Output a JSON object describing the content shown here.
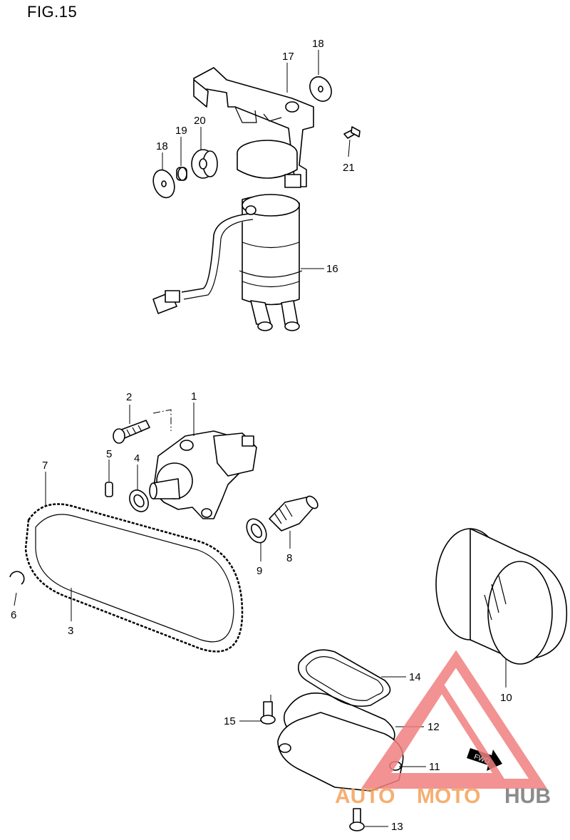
{
  "figure": {
    "title": "FIG.15"
  },
  "callouts": [
    {
      "id": "1",
      "label": "1"
    },
    {
      "id": "2",
      "label": "2"
    },
    {
      "id": "3",
      "label": "3"
    },
    {
      "id": "4",
      "label": "4"
    },
    {
      "id": "5",
      "label": "5"
    },
    {
      "id": "6",
      "label": "6"
    },
    {
      "id": "7",
      "label": "7"
    },
    {
      "id": "8",
      "label": "8"
    },
    {
      "id": "9",
      "label": "9"
    },
    {
      "id": "10",
      "label": "10"
    },
    {
      "id": "11",
      "label": "11"
    },
    {
      "id": "12",
      "label": "12"
    },
    {
      "id": "13",
      "label": "13"
    },
    {
      "id": "14",
      "label": "14"
    },
    {
      "id": "15",
      "label": "15"
    },
    {
      "id": "16",
      "label": "16"
    },
    {
      "id": "17",
      "label": "17"
    },
    {
      "id": "18a",
      "label": "18"
    },
    {
      "id": "18b",
      "label": "18"
    },
    {
      "id": "19",
      "label": "19"
    },
    {
      "id": "20",
      "label": "20"
    },
    {
      "id": "21",
      "label": "21"
    }
  ],
  "labels": {
    "fwd": "FWD"
  },
  "watermark": {
    "part1": "AUTO",
    "part2": "MOTO",
    "part3": "HUB",
    "color_primary": "#f4a259",
    "color_secondary": "#777777",
    "triangle_color": "#f08080"
  }
}
